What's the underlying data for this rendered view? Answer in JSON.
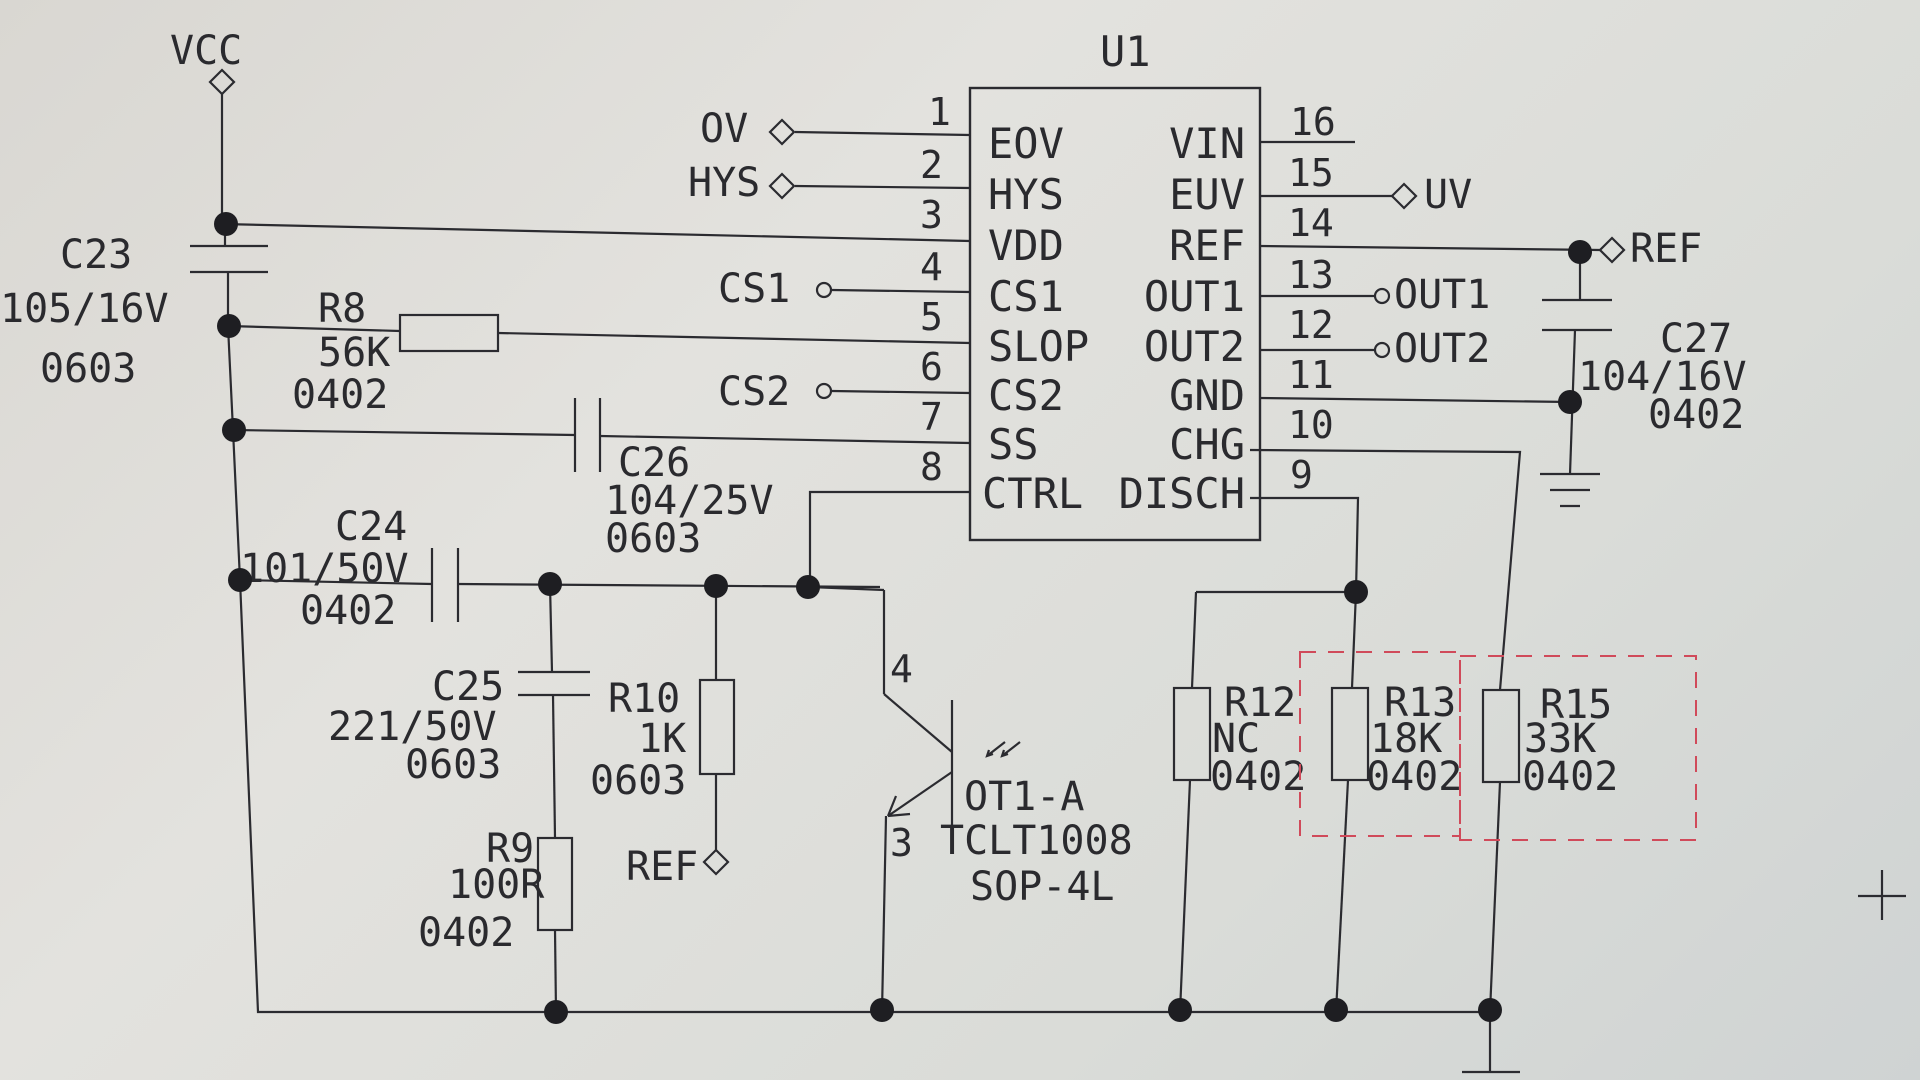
{
  "ic": {
    "ref": "U1",
    "left_pins": [
      {
        "num": "1",
        "name": "EOV"
      },
      {
        "num": "2",
        "name": "HYS"
      },
      {
        "num": "3",
        "name": "VDD"
      },
      {
        "num": "4",
        "name": "CS1"
      },
      {
        "num": "5",
        "name": "SLOP"
      },
      {
        "num": "6",
        "name": "CS2"
      },
      {
        "num": "7",
        "name": "SS"
      },
      {
        "num": "8",
        "name": "CTRL"
      }
    ],
    "right_pins": [
      {
        "num": "16",
        "name": "VIN"
      },
      {
        "num": "15",
        "name": "EUV"
      },
      {
        "num": "14",
        "name": "REF"
      },
      {
        "num": "13",
        "name": "OUT1"
      },
      {
        "num": "12",
        "name": "OUT2"
      },
      {
        "num": "11",
        "name": "GND"
      },
      {
        "num": "10",
        "name": "CHG"
      },
      {
        "num": "9",
        "name": "DISCH"
      }
    ]
  },
  "ports": {
    "vcc": "VCC",
    "ov": "OV",
    "hys": "HYS",
    "cs1": "CS1",
    "cs2": "CS2",
    "uv": "UV",
    "ref_right": "REF",
    "out1": "OUT1",
    "out2": "OUT2",
    "ref_r10": "REF"
  },
  "components": {
    "c23": {
      "ref": "C23",
      "value": "105/16V",
      "pkg": "0603"
    },
    "r8": {
      "ref": "R8",
      "value": "56K",
      "pkg": "0402"
    },
    "c26": {
      "ref": "C26",
      "value": "104/25V",
      "pkg": "0603"
    },
    "c24": {
      "ref": "C24",
      "value": "101/50V",
      "pkg": "0402"
    },
    "c25": {
      "ref": "C25",
      "value": "221/50V",
      "pkg": "0603"
    },
    "r10": {
      "ref": "R10",
      "value": "1K",
      "pkg": "0603"
    },
    "r9": {
      "ref": "R9",
      "value": "100R",
      "pkg": "0402"
    },
    "c27": {
      "ref": "C27",
      "value": "104/16V",
      "pkg": "0402"
    },
    "r12": {
      "ref": "R12",
      "value": "NC",
      "pkg": "0402"
    },
    "r13": {
      "ref": "R13",
      "value": "18K",
      "pkg": "0402"
    },
    "r15": {
      "ref": "R15",
      "value": "33K",
      "pkg": "0402"
    },
    "ot1": {
      "ref": "OT1-A",
      "part": "TCLT1008",
      "pkg": "SOP-4L",
      "pin_c": "4",
      "pin_e": "3"
    }
  },
  "colors": {
    "wire": "#2b2b30",
    "dashed_box": "#d04a5a",
    "background": "#dddcd8"
  }
}
